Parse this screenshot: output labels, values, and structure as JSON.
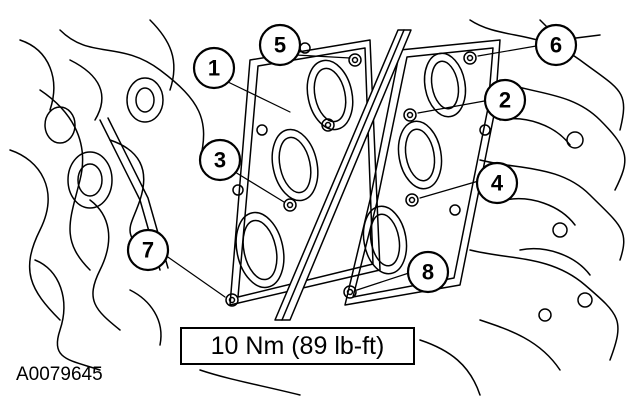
{
  "figure_id": "A0079645",
  "torque_spec": "10 Nm (89 lb-ft)",
  "callouts": [
    {
      "label": "1"
    },
    {
      "label": "2"
    },
    {
      "label": "3"
    },
    {
      "label": "4"
    },
    {
      "label": "5"
    },
    {
      "label": "6"
    },
    {
      "label": "7"
    },
    {
      "label": "8"
    }
  ]
}
